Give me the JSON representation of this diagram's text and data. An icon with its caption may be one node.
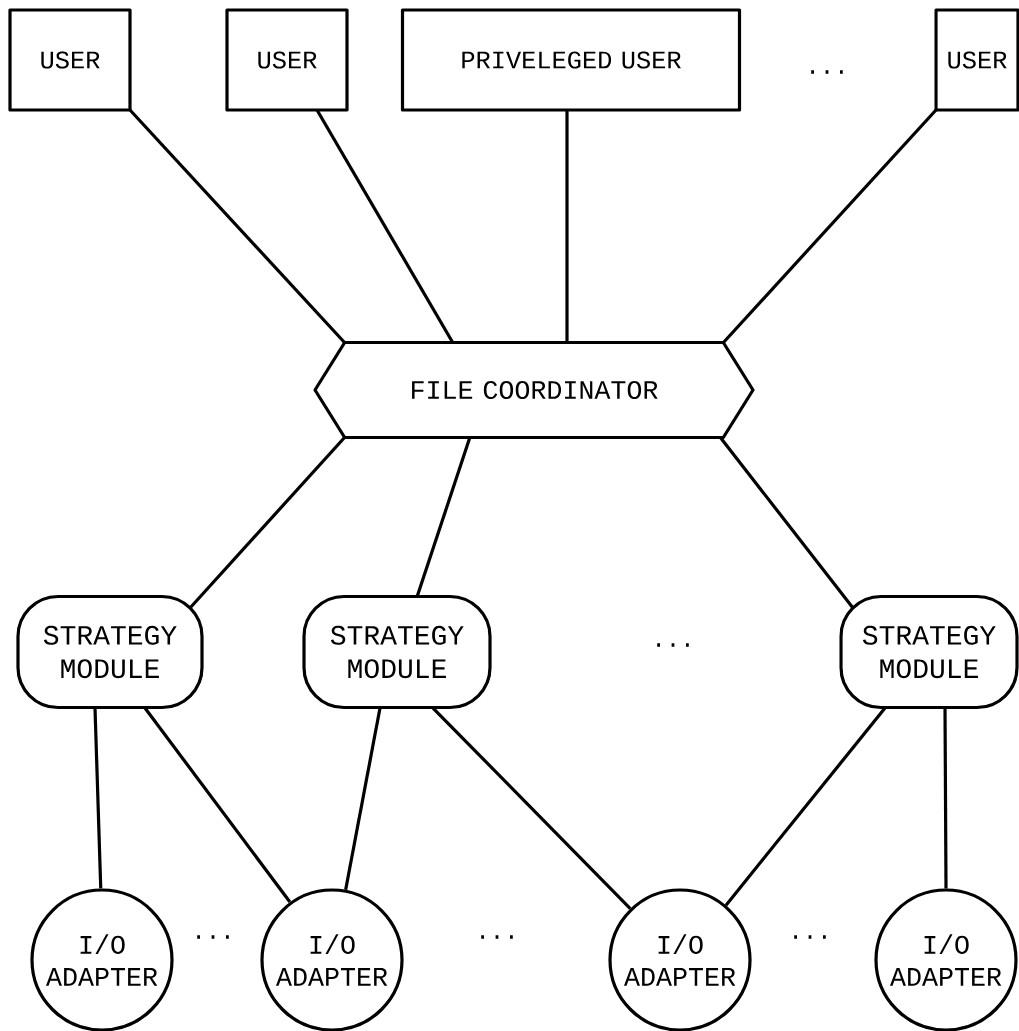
{
  "diagram": {
    "nodes": [
      {
        "text": [
          "USER"
        ]
      },
      {
        "text": [
          "USER"
        ]
      },
      {
        "text": [
          "PRIVELEGED USER"
        ]
      },
      {
        "text": [
          "USER"
        ]
      },
      {
        "text": [
          "FILE COORDINATOR"
        ]
      },
      {
        "text": [
          "STRATEGY MODULE"
        ]
      },
      {
        "text": [
          "STRATEGY MODULE"
        ]
      },
      {
        "text": [
          "STRATEGY MODULE"
        ]
      },
      {
        "text": [
          "I/O ADAPTER"
        ]
      },
      {
        "text": [
          "I/O ADAPTER"
        ]
      },
      {
        "text": [
          "I/O ADAPTER"
        ]
      },
      {
        "text": [
          "I/O ADAPTER"
        ]
      }
    ],
    "edges": [
      {
        "from": 0,
        "to": 4,
        "arrow": "none"
      },
      {
        "from": 1,
        "to": 4,
        "arrow": "none"
      },
      {
        "from": 2,
        "to": 4,
        "arrow": "none"
      },
      {
        "from": 3,
        "to": 4,
        "arrow": "none"
      },
      {
        "from": 4,
        "to": 5,
        "arrow": "none"
      },
      {
        "from": 4,
        "to": 6,
        "arrow": "none"
      },
      {
        "from": 4,
        "to": 7,
        "arrow": "none"
      },
      {
        "from": 5,
        "to": 8,
        "arrow": "none"
      },
      {
        "from": 5,
        "to": 9,
        "arrow": "none"
      },
      {
        "from": 6,
        "to": 9,
        "arrow": "none"
      },
      {
        "from": 6,
        "to": 10,
        "arrow": "none"
      },
      {
        "from": 7,
        "to": 10,
        "arrow": "none"
      },
      {
        "from": 7,
        "to": 11,
        "arrow": "none"
      }
    ],
    "labels": [
      "...",
      "...",
      "...",
      "...",
      "..."
    ]
  }
}
